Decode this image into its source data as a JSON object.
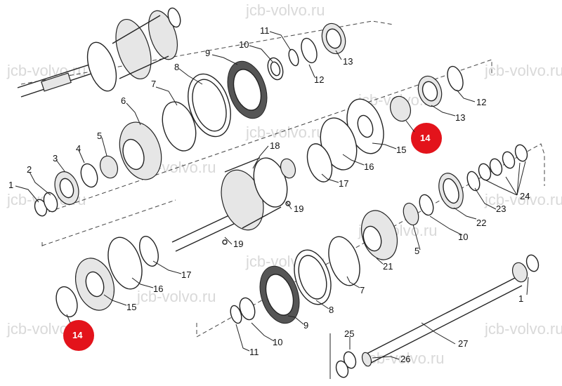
{
  "diagram": {
    "watermark_text": "jcb-volvo.ru",
    "callout_labels": {
      "l1a": "1",
      "l1b": "1",
      "l2": "2",
      "l3": "3",
      "l4": "4",
      "l5a": "5",
      "l5b": "5",
      "l6": "6",
      "l7a": "7",
      "l7b": "7",
      "l8a": "8",
      "l8b": "8",
      "l9a": "9",
      "l9b": "9",
      "l10a": "10",
      "l10b": "10",
      "l10c": "10",
      "l11a": "11",
      "l11b": "11",
      "l12a": "12",
      "l12b": "12",
      "l13a": "13",
      "l13b": "13",
      "l15a": "15",
      "l15b": "15",
      "l16a": "16",
      "l16b": "16",
      "l17a": "17",
      "l17b": "17",
      "l18": "18",
      "l19a": "19",
      "l19b": "19",
      "l21": "21",
      "l22": "22",
      "l23": "23",
      "l24": "24",
      "l25": "25",
      "l26": "26",
      "l27": "27"
    },
    "highlight_badges": {
      "top": "14",
      "bottom": "14"
    },
    "colors": {
      "highlight": "#e3131b",
      "line": "#222222",
      "watermark": "#d9d9d9"
    }
  }
}
